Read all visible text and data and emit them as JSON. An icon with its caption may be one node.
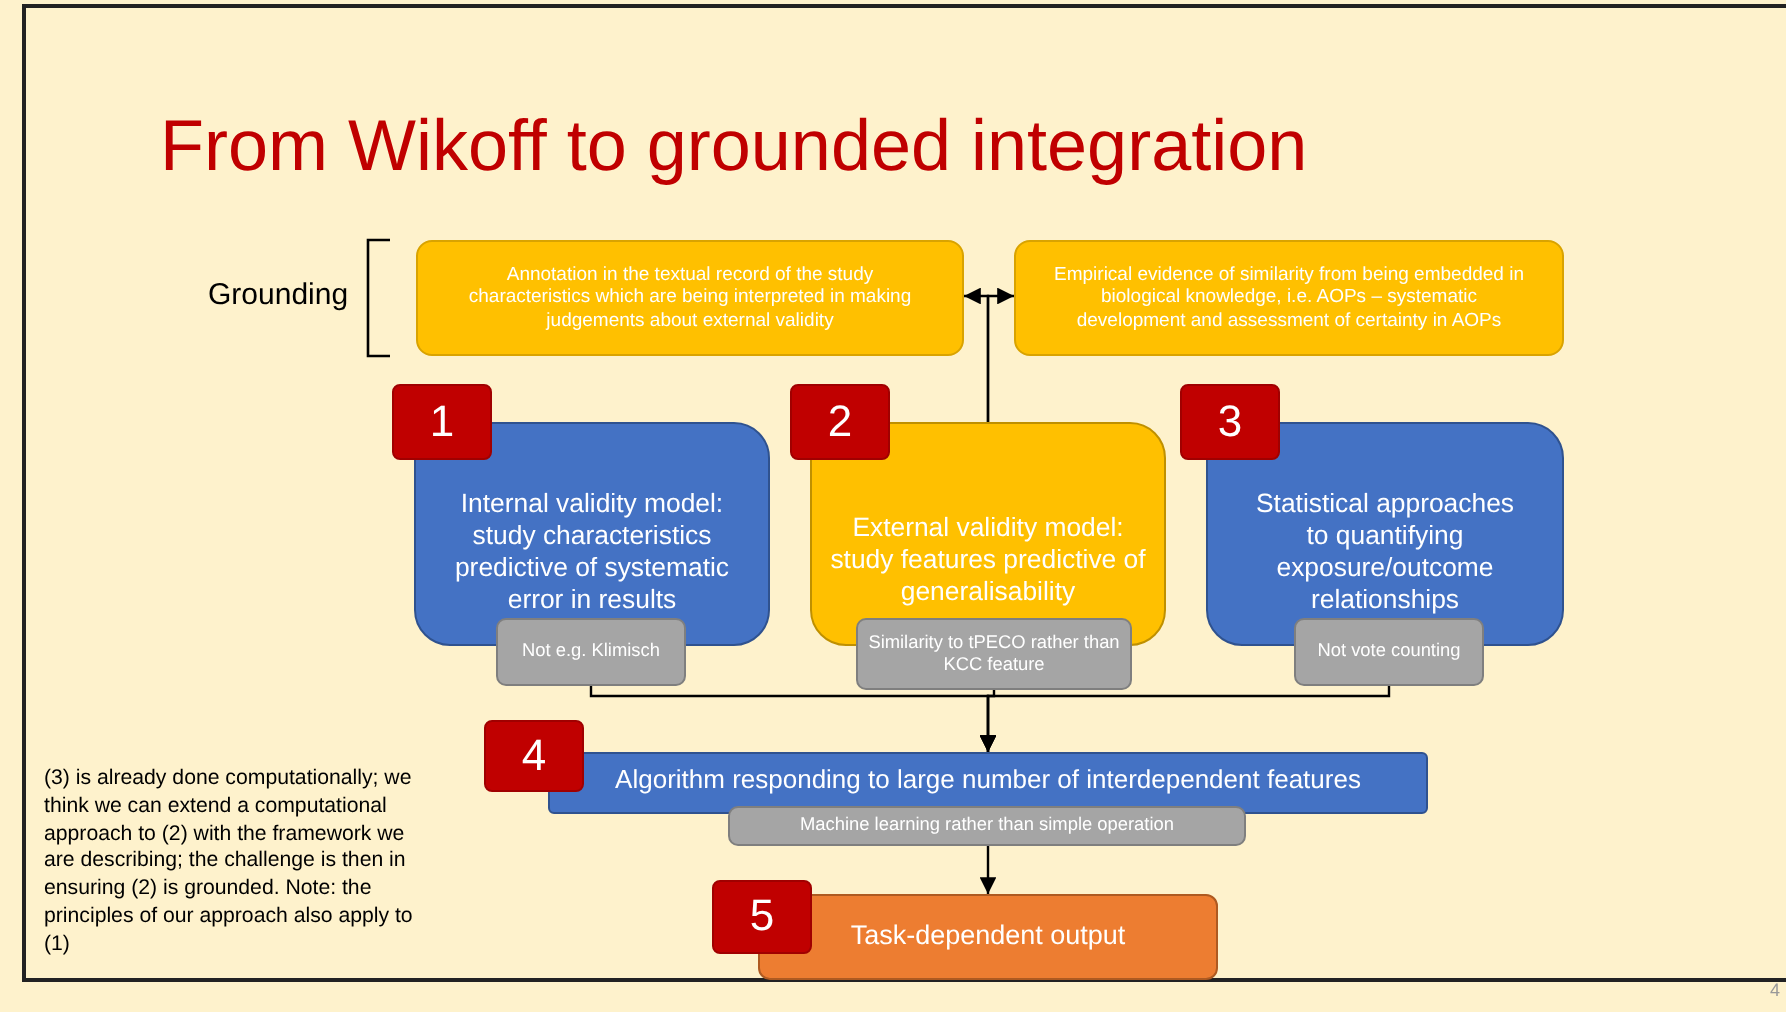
{
  "diagram": {
    "title": "From Wikoff to grounded integration",
    "nodes": [
      {
        "text": [
          "Annotation in the textual record of the study characteristics which are being interpreted in making judgements about external validity"
        ]
      },
      {
        "text": [
          "Empirical evidence of similarity from being embedded in biological knowledge, i.e. AOPs – systematic development and assessment of certainty in AOPs"
        ]
      },
      {
        "text": [
          "1"
        ]
      },
      {
        "text": [
          "Internal validity model: study characteristics predictive of systematic error in results"
        ]
      },
      {
        "text": [
          "Not e.g. Klimisch"
        ]
      },
      {
        "text": [
          "2"
        ]
      },
      {
        "text": [
          "External validity model: study features predictive of generalisability"
        ]
      },
      {
        "text": [
          "Similarity to tPECO rather than KCC feature"
        ]
      },
      {
        "text": [
          "3"
        ]
      },
      {
        "text": [
          "Statistical approaches to quantifying exposure/outcome relationships"
        ]
      },
      {
        "text": [
          "Not vote counting"
        ]
      },
      {
        "text": [
          "4"
        ]
      },
      {
        "text": [
          "Algorithm responding to large number of interdependent features"
        ]
      },
      {
        "text": [
          "Machine learning rather than simple operation"
        ]
      },
      {
        "text": [
          "5"
        ]
      },
      {
        "text": [
          "Task-dependent output"
        ]
      }
    ],
    "edges": [
      {
        "from": 6,
        "to": 0,
        "arrow": "to"
      },
      {
        "from": 6,
        "to": 1,
        "arrow": "to"
      },
      {
        "from": 4,
        "to": 12,
        "arrow": "to"
      },
      {
        "from": 7,
        "to": 12,
        "arrow": "to"
      },
      {
        "from": 10,
        "to": 12,
        "arrow": "to"
      },
      {
        "from": 13,
        "to": 15,
        "arrow": "to"
      }
    ],
    "labels": [
      "Grounding",
      "(3) is already done computationally; we think we can extend a computational approach to (2) with the framework we are describing; the challenge is then in ensuring (2) is grounded. Note: the principles of our approach also apply to (1)",
      "4"
    ]
  }
}
